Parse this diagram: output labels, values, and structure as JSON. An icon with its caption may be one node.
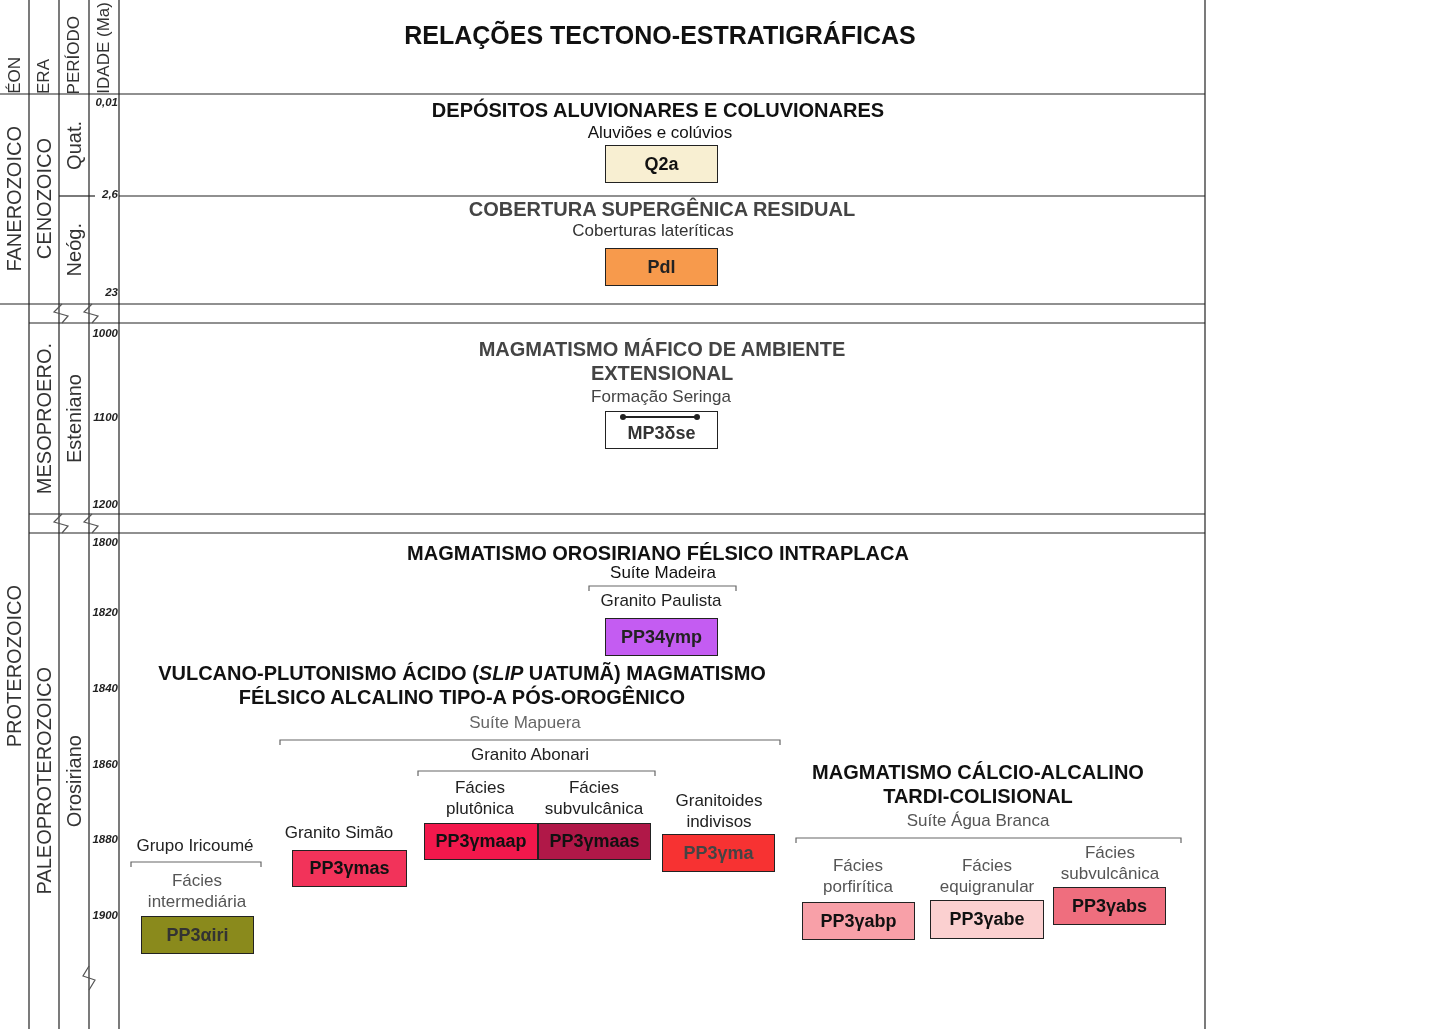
{
  "diagram": {
    "title": "RELAÇÕES TECTONO-ESTRATIGRÁFICAS",
    "nodes": [
      {
        "text": [
          "Q2a"
        ],
        "beside": [
          "Aluviões e colúvios"
        ]
      },
      {
        "text": [
          "Pdl"
        ]
      },
      {
        "text": [
          "MP3δse"
        ],
        "beside": [
          "Formação Seringa"
        ]
      },
      {
        "text": [
          "PP34γmp"
        ],
        "beside": [
          "Granito Paulista"
        ]
      },
      {
        "text": [
          "PP3αiri"
        ]
      },
      {
        "text": [
          "PP3γmas"
        ]
      },
      {
        "text": [
          "PP3γmaap"
        ]
      },
      {
        "text": [
          "PP3γmaas"
        ]
      },
      {
        "text": [
          "PP3γma"
        ]
      },
      {
        "text": [
          "PP3γabp"
        ]
      },
      {
        "text": [
          "PP3γabe"
        ]
      },
      {
        "text": [
          "PP3γabs"
        ]
      }
    ],
    "labels": [
      "ÉON",
      "ERA",
      "PERÍODO",
      "IDADE (Ma)",
      "FANEROZOICO",
      "CENOZOICO",
      "Quat.",
      "Neóg.",
      "0,01",
      "2,6",
      "23",
      "MESOPROERO.",
      "Esteniano",
      "1000",
      "1100",
      "1200",
      "PROTEROZOICO",
      "PALEOPROTEROZOICO",
      "Orosiriano",
      "1800",
      "1820",
      "1840",
      "1860",
      "1880",
      "1900",
      "DEPÓSITOS ALUVIONARES E COLUVIONARES",
      "COBERTURA SUPERGÊNICA RESIDUAL",
      "Coberturas lateríticas",
      "MAGMATISMO MÁFICO DE AMBIENTE EXTENSIONAL",
      "MAGMATISMO OROSIRIANO FÉLSICO INTRAPLACA",
      "Suíte Madeira",
      "VULCANO-PLUTONISMO ÁCIDO (*SLIP* UATUMÃ) MAGMATISMO FÉLSICO ALCALINO TIPO-A PÓS-OROGÊNICO",
      "Suíte Mapuera",
      "Granito Abonari",
      "Fácies plutônica",
      "Fácies subvulcânica",
      "Granitoides indivisos",
      "Grupo Iricoumé",
      "Granito Simão",
      "Fácies intermediária",
      "MAGMATISMO CÁLCIO-ALCALINO TARDI-COLISIONAL",
      "Suíte Água Branca",
      "Fácies porfirítica",
      "Fácies equigranular",
      "Fácies subvulcânica"
    ]
  }
}
